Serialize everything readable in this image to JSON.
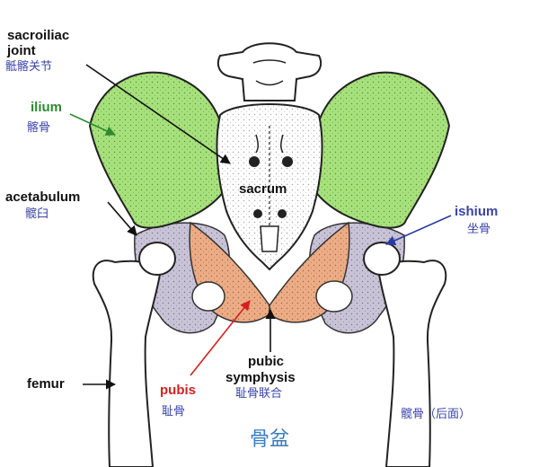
{
  "labels": {
    "sacroiliac_en_line1": "sacroiliac",
    "sacroiliac_en_line2": "joint",
    "sacroiliac_zh": "骶髂关节",
    "ilium_en": "ilium",
    "ilium_zh": "髂骨",
    "acetabulum_en": "acetabulum",
    "acetabulum_zh": "髋臼",
    "sacrum_en": "sacrum",
    "ishium_en": "ishium",
    "ishium_zh": "坐骨",
    "femur_en": "femur",
    "pubis_en": "pubis",
    "pubis_zh": "耻骨",
    "symphysis_en_line1": "pubic",
    "symphysis_en_line2": "symphysis",
    "symphysis_zh": "耻骨联合",
    "hip_bone_zh": "髋骨（后面）",
    "title_zh": "骨盆"
  },
  "colors": {
    "ilium": "#a6e27a",
    "ischium": "#c9c3d8",
    "pubis": "#eeac84",
    "bone": "#ffffff",
    "outline": "#222222",
    "label_blue": "#3a44a8",
    "label_green": "#2f8a2f",
    "label_red": "#d42020",
    "title_blue": "#3a7cc0"
  }
}
